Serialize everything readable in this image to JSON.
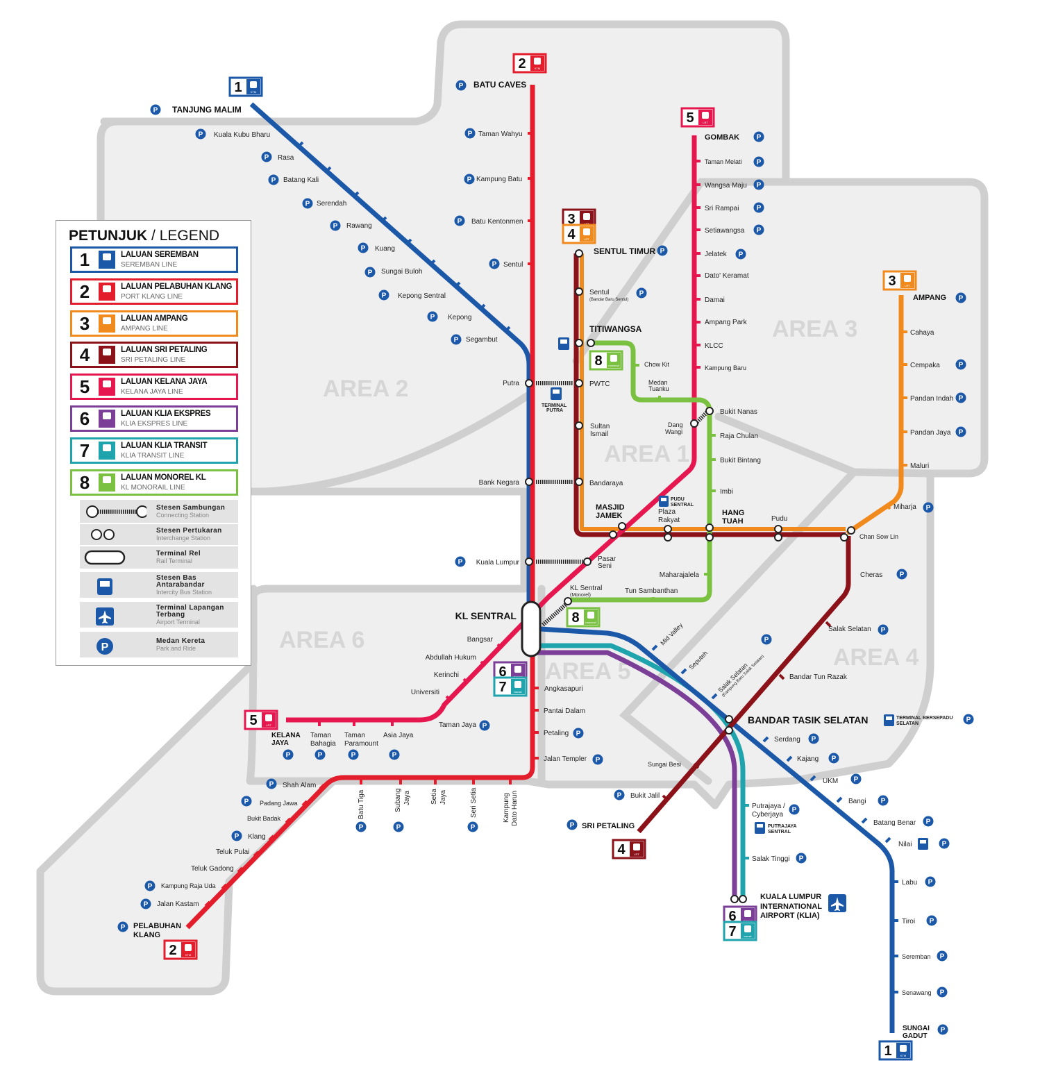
{
  "legend": {
    "title_bold": "PETUNJUK",
    "title_rest": " / LEGEND",
    "lines": [
      {
        "num": "1",
        "name": "LALUAN SEREMBAN",
        "sub": "SEREMBAN LINE",
        "color": "#1c58a8"
      },
      {
        "num": "2",
        "name": "LALUAN PELABUHAN KLANG",
        "sub": "PORT KLANG LINE",
        "color": "#e31d2b"
      },
      {
        "num": "3",
        "name": "LALUAN AMPANG",
        "sub": "AMPANG LINE",
        "color": "#f18a1c"
      },
      {
        "num": "4",
        "name": "LALUAN SRI PETALING",
        "sub": "SRI PETALING LINE",
        "color": "#8b1218"
      },
      {
        "num": "5",
        "name": "LALUAN KELANA JAYA",
        "sub": "KELANA JAYA LINE",
        "color": "#e5174e"
      },
      {
        "num": "6",
        "name": "LALUAN KLIA EKSPRES",
        "sub": "KLIA EKSPRES LINE",
        "color": "#7b3f98"
      },
      {
        "num": "7",
        "name": "LALUAN KLIA TRANSIT",
        "sub": "KLIA TRANSIT LINE",
        "color": "#1fa3ad"
      },
      {
        "num": "8",
        "name": "LALUAN MONOREL KL",
        "sub": "KL MONORAIL LINE",
        "color": "#7ac142"
      }
    ],
    "symbols": [
      {
        "ms": "Stesen Sambungan",
        "en": "Connecting Station"
      },
      {
        "ms": "Stesen Pertukaran",
        "en": "Interchange Station"
      },
      {
        "ms": "Terminal Rel",
        "en": "Rail Terminal"
      },
      {
        "ms1": "Stesen Bas",
        "ms2": "Antarabandar",
        "en": "Intercity Bus Station"
      },
      {
        "ms1": "Terminal Lapangan",
        "ms2": "Terbang",
        "en": "Airport Terminal"
      },
      {
        "ms": "Medan Kereta",
        "en": "Park and Ride"
      }
    ]
  },
  "areas": [
    "AREA 1",
    "AREA 2",
    "AREA 3",
    "AREA 4",
    "AREA 5",
    "AREA 6"
  ],
  "badge_numbers": [
    "1",
    "2",
    "3",
    "4",
    "5",
    "6",
    "7",
    "8"
  ],
  "badge_icon_labels": {
    "ktm": "KTM",
    "lrt": "LRT",
    "monorail": "monorail",
    "klia": "KLIA",
    "ekspres": "ekspres",
    "transit": "transit"
  },
  "park_symbol": "P",
  "stations": {
    "s1": [
      "TANJUNG MALIM",
      "Kuala Kubu Bharu",
      "Rasa",
      "Batang Kali",
      "Serendah",
      "Rawang",
      "Kuang",
      "Sungai Buloh",
      "Kepong Sentral",
      "Kepong",
      "Segambut",
      "Putra",
      "Bank Negara",
      "Kuala Lumpur",
      "KL SENTRAL",
      "Mid Valley",
      "Seputeh",
      "Salak Selatan",
      "(Kampung Baru Salak Selatan)",
      "BANDAR TASIK SELATAN",
      "Serdang",
      "Kajang",
      "UKM",
      "Bangi",
      "Batang Benar",
      "Nilai",
      "Labu",
      "Tiroi",
      "Seremban",
      "Senawang",
      "SUNGAI",
      "GADUT"
    ],
    "s2": [
      "BATU CAVES",
      "Taman Wahyu",
      "Kampung Batu",
      "Batu Kentonmen",
      "Sentul",
      "Angkasapuri",
      "Pantai Dalam",
      "Petaling",
      "Jalan Templer",
      "Batu Tiga",
      "Subang",
      "Jaya",
      "Setia",
      "Jaya",
      "Seri Setia",
      "Kampung",
      "Dato Harun",
      "Shah Alam",
      "Padang Jawa",
      "Bukit Badak",
      "Klang",
      "Teluk Pulai",
      "Teluk Gadong",
      "Kampung Raja Uda",
      "Jalan Kastam",
      "PELABUHAN",
      "KLANG"
    ],
    "s3": [
      "SENTUL TIMUR",
      "Sentul",
      "(Bandar Baru Sentul)",
      "TITIWANGSA",
      "PWTC",
      "Sultan",
      "Ismail",
      "Bandaraya",
      "MASJID",
      "JAMEK",
      "Plaza",
      "Rakyat",
      "HANG",
      "TUAH",
      "Pudu",
      "Chan Sow Lin",
      "Miharja",
      "Maluri",
      "Pandan Jaya",
      "Pandan Indah",
      "Cempaka",
      "Cahaya",
      "AMPANG"
    ],
    "s4": [
      "Cheras",
      "Salak Selatan",
      "Bandar Tun Razak",
      "Sungai Besi",
      "Bukit Jalil",
      "SRI PETALING"
    ],
    "s5": [
      "GOMBAK",
      "Taman Melati",
      "Wangsa Maju",
      "Sri Rampai",
      "Setiawangsa",
      "Jelatek",
      "Dato' Keramat",
      "Damai",
      "Ampang Park",
      "KLCC",
      "Kampung Baru",
      "Dang",
      "Wangi",
      "Pasar",
      "Seni",
      "Bangsar",
      "Abdullah Hukum",
      "Kerinchi",
      "Universiti",
      "Taman Jaya",
      "Asia Jaya",
      "Taman",
      "Paramount",
      "Taman",
      "Bahagia",
      "KELANA",
      "JAYA"
    ],
    "s7": [
      "Putrajaya /",
      "Cyberjaya",
      "Salak Tinggi",
      "KUALA LUMPUR",
      "INTERNATIONAL",
      "AIRPORT (KLIA)"
    ],
    "s8": [
      "Chow Kit",
      "Medan",
      "Tuanku",
      "Bukit Nanas",
      "Raja Chulan",
      "Bukit Bintang",
      "Imbi",
      "Maharajalela",
      "Tun Sambanthan",
      "KL Sentral",
      "(Monorel)"
    ],
    "misc": [
      "TERMINAL",
      "PUTRA",
      "PUDU",
      "SENTRAL",
      "TERMINAL BERSEPADU",
      "SELATAN",
      "PUTRAJAYA",
      "SENTRAL"
    ]
  },
  "colors": {
    "l1": "#1c58a8",
    "l2": "#e31d2b",
    "l3": "#f18a1c",
    "l4": "#8b1218",
    "l5": "#e5174e",
    "l6": "#7b3f98",
    "l7": "#1fa3ad",
    "l8": "#7ac142",
    "park": "#1c58a8",
    "zone": "#efefef",
    "zone_border": "#cfcfcf"
  }
}
